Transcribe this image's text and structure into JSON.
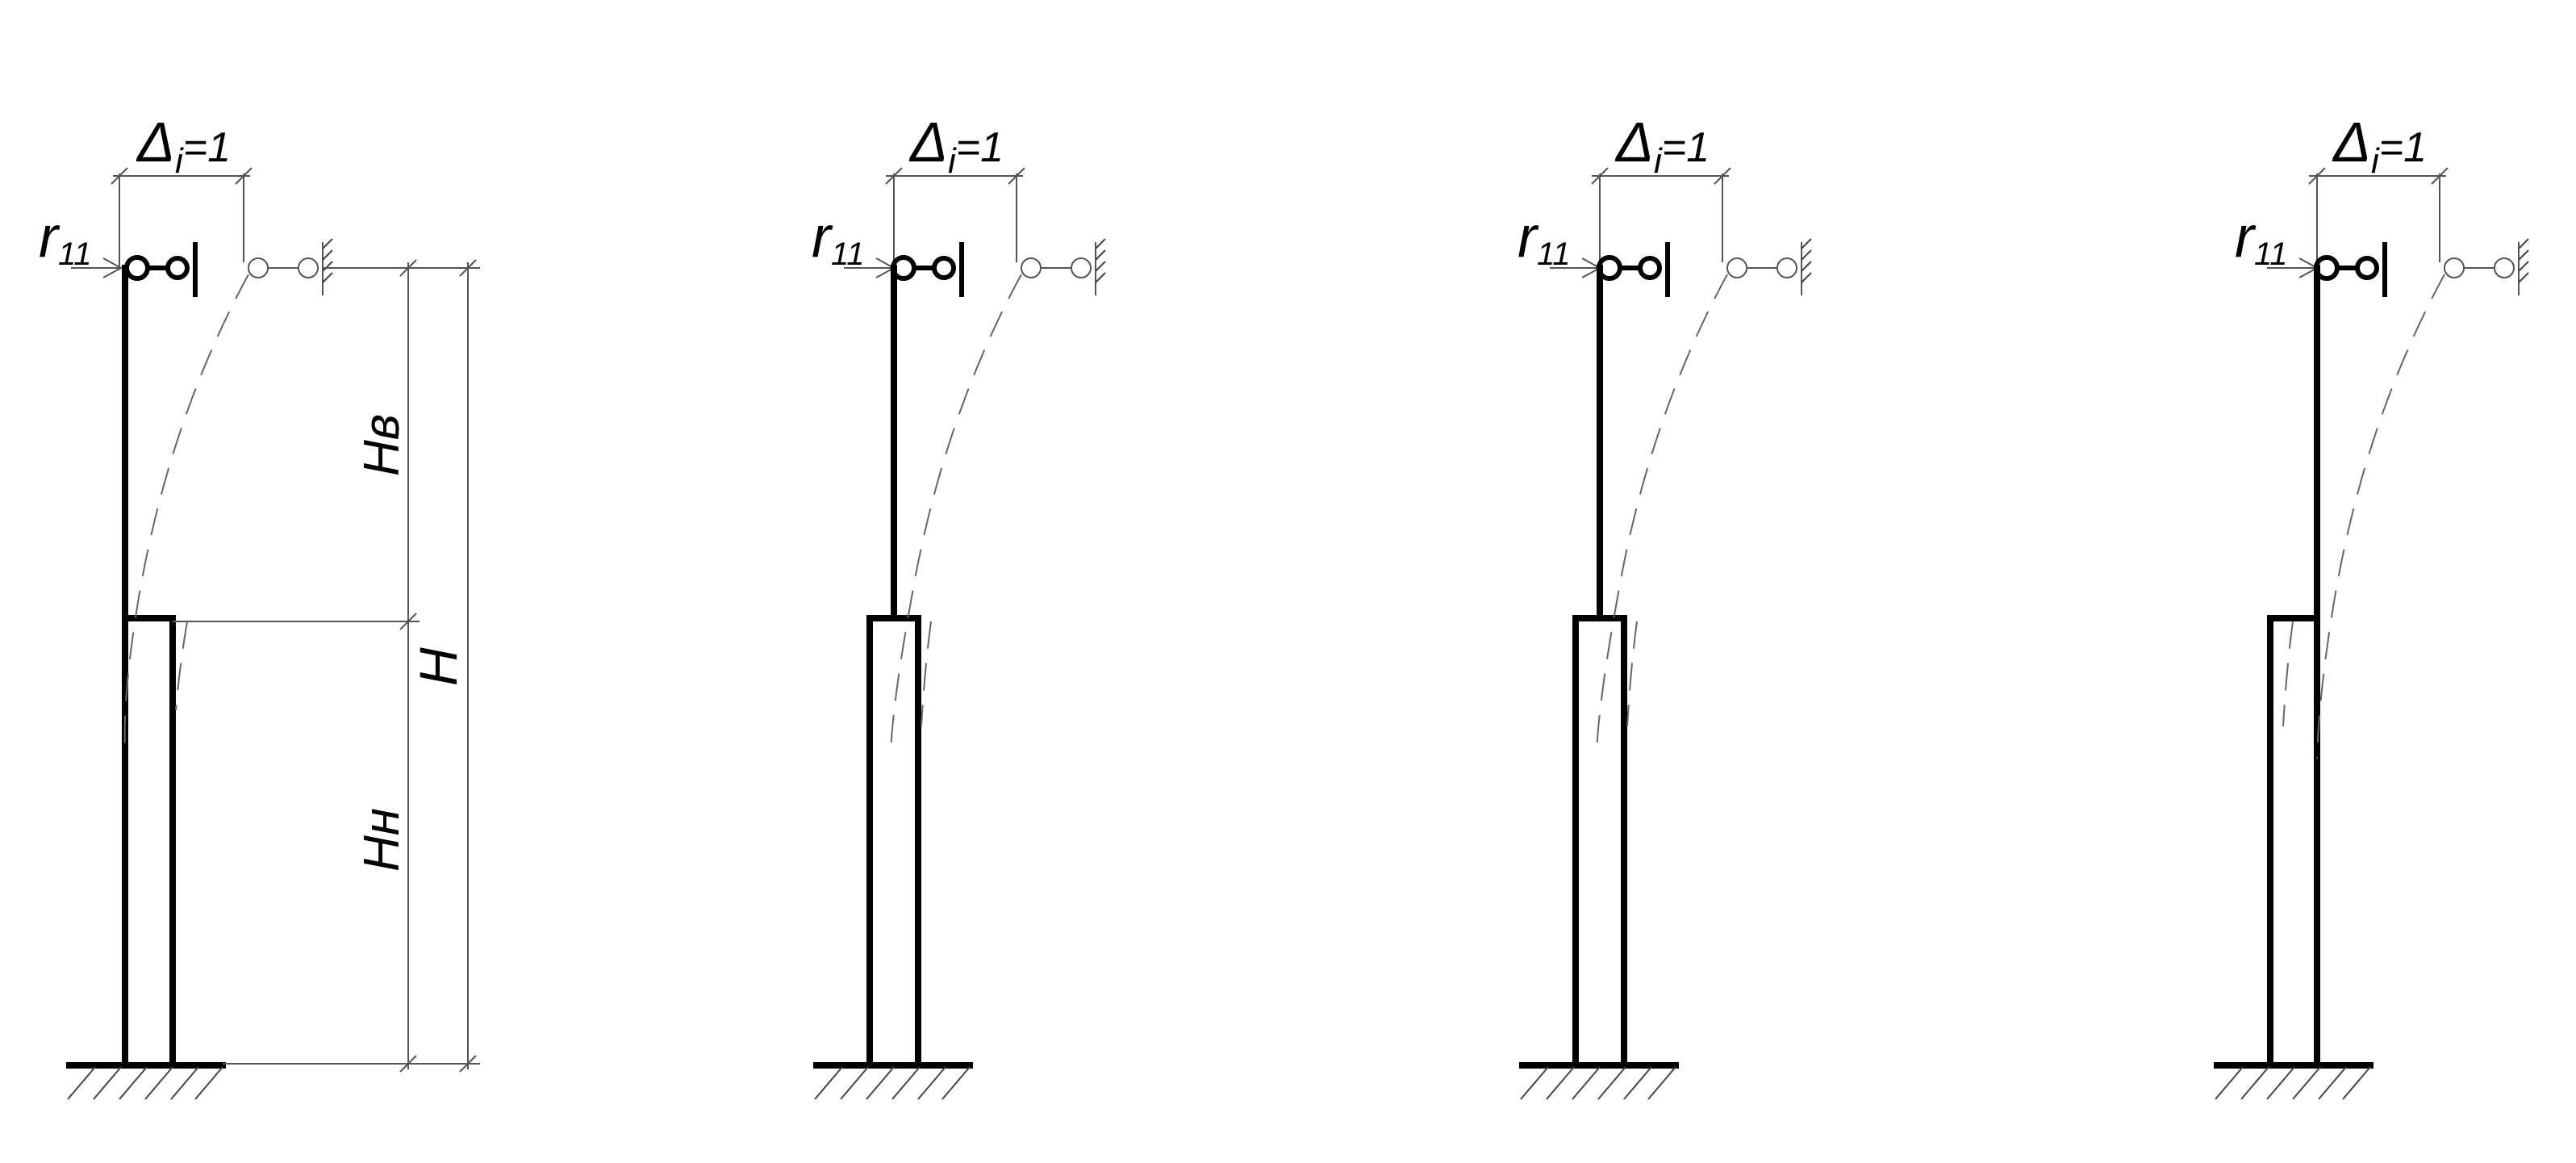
{
  "diagram": {
    "labels": {
      "delta_symbol": "Δ",
      "delta_subscript": "i",
      "delta_value": "=1",
      "force_symbol": "r",
      "force_subscript": "11",
      "height_upper": "Hв",
      "height_total": "H",
      "height_lower": "Hн"
    },
    "columns": [
      {
        "id": 1,
        "dimensions_shown": true
      },
      {
        "id": 2,
        "dimensions_shown": false
      },
      {
        "id": 3,
        "dimensions_shown": false
      },
      {
        "id": 4,
        "dimensions_shown": false
      }
    ]
  }
}
